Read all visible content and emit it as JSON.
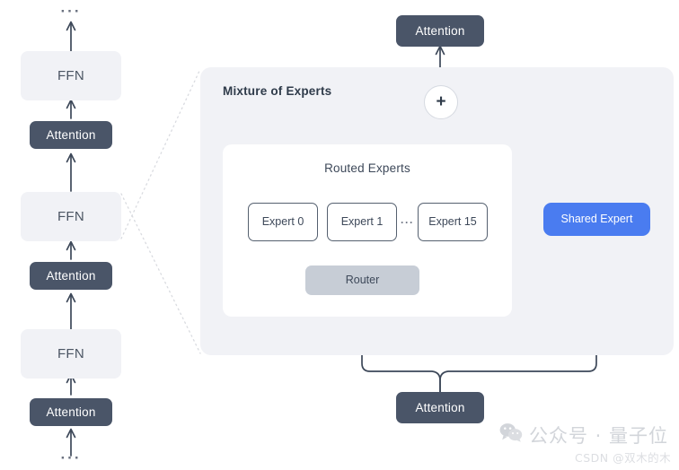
{
  "diagram": {
    "title": "Mixture of Experts architecture with routed and shared experts",
    "colors": {
      "attention_fill": "#4a5568",
      "ffn_fill": "#f1f2f6",
      "panel_fill": "#f1f2f6",
      "card_fill": "#ffffff",
      "router_fill": "#c7cdd6",
      "shared_expert_fill": "#4a7cf0",
      "stroke": "#3d4859",
      "dotted_stroke": "#d9dbe0",
      "text_dark": "#3d4859",
      "text_light": "#ffffff",
      "background": "#ffffff"
    }
  },
  "left_stack": {
    "top_ellipsis": "···",
    "bottom_ellipsis": "···",
    "blocks": [
      {
        "id": "ffn-top",
        "label": "FFN",
        "type": "ffn"
      },
      {
        "id": "attn-upper",
        "label": "Attention",
        "type": "attention"
      },
      {
        "id": "ffn-mid",
        "label": "FFN",
        "type": "ffn"
      },
      {
        "id": "attn-mid",
        "label": "Attention",
        "type": "attention"
      },
      {
        "id": "ffn-bottom",
        "label": "FFN",
        "type": "ffn"
      },
      {
        "id": "attn-lower",
        "label": "Attention",
        "type": "attention"
      }
    ]
  },
  "moe": {
    "panel_title": "Mixture of Experts",
    "routed_card_title": "Routed Experts",
    "experts": [
      {
        "label": "Expert 0"
      },
      {
        "label": "Expert 1"
      },
      {
        "label": "Expert 15"
      }
    ],
    "experts_ellipsis": "···",
    "router_label": "Router",
    "shared_expert_label": "Shared Expert",
    "sum_symbol": "+",
    "top_attention_label": "Attention",
    "bottom_attention_label": "Attention"
  },
  "watermark": {
    "main_text": "公众号 · 量子位",
    "sub_text": "CSDN @双木的木",
    "icon": "wechat-icon"
  }
}
